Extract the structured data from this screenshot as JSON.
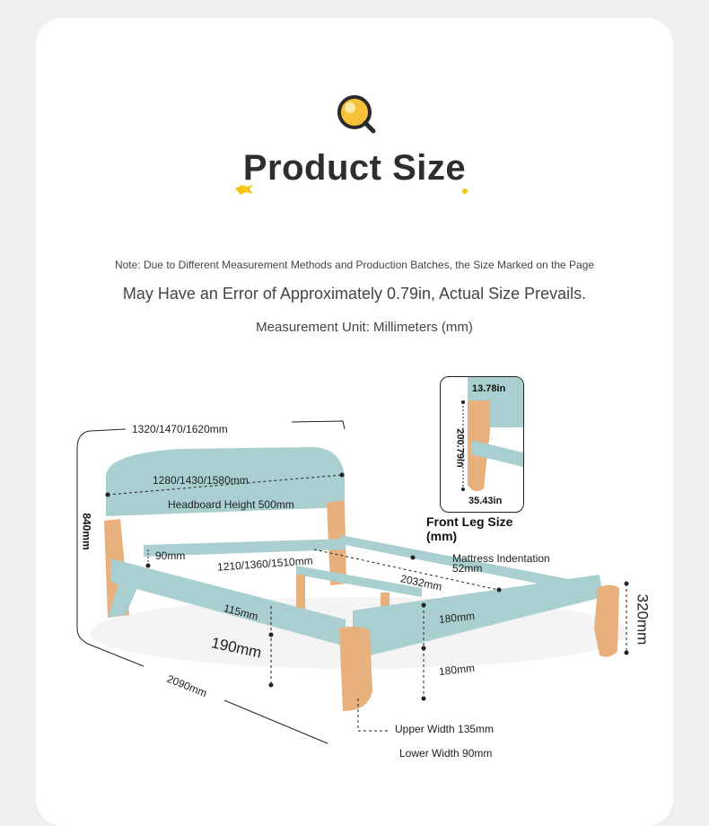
{
  "header": {
    "title": "Product Size",
    "icon": "magnifier-icon"
  },
  "notes": {
    "line1": "Note: Due to Different Measurement Methods and Production Batches, the Size Marked on the Page",
    "line2": "May Have an Error of Approximately 0.79in, Actual Size Prevails.",
    "unit": "Measurement Unit: Millimeters (mm)"
  },
  "dimensions": {
    "overall_width": "1320/1470/1620mm",
    "headboard_width": "1280/1430/1580mm",
    "headboard_height": "Headboard Height 500mm",
    "overall_height": "840mm",
    "rail_gap": "90mm",
    "inner_width": "1210/1360/1510mm",
    "mattress_indent": "Mattress Indentation",
    "mattress_indent_value": "52mm",
    "inner_length": "2032mm",
    "rail_height": "115mm",
    "clearance": "190mm",
    "side_height_1": "180mm",
    "side_height_2": "180mm",
    "footboard_height": "320mm",
    "overall_length": "2090mm",
    "upper_width": "Upper Width 135mm",
    "lower_width": "Lower Width 90mm"
  },
  "front_leg": {
    "title": "Front Leg Size",
    "unit": "(mm)",
    "top": "13.78in",
    "height": "200.79in",
    "bottom": "35.43in"
  },
  "colors": {
    "bed_blue": "#a9cfd0",
    "wood": "#e8b07c",
    "accent_yellow": "#f5c518"
  }
}
